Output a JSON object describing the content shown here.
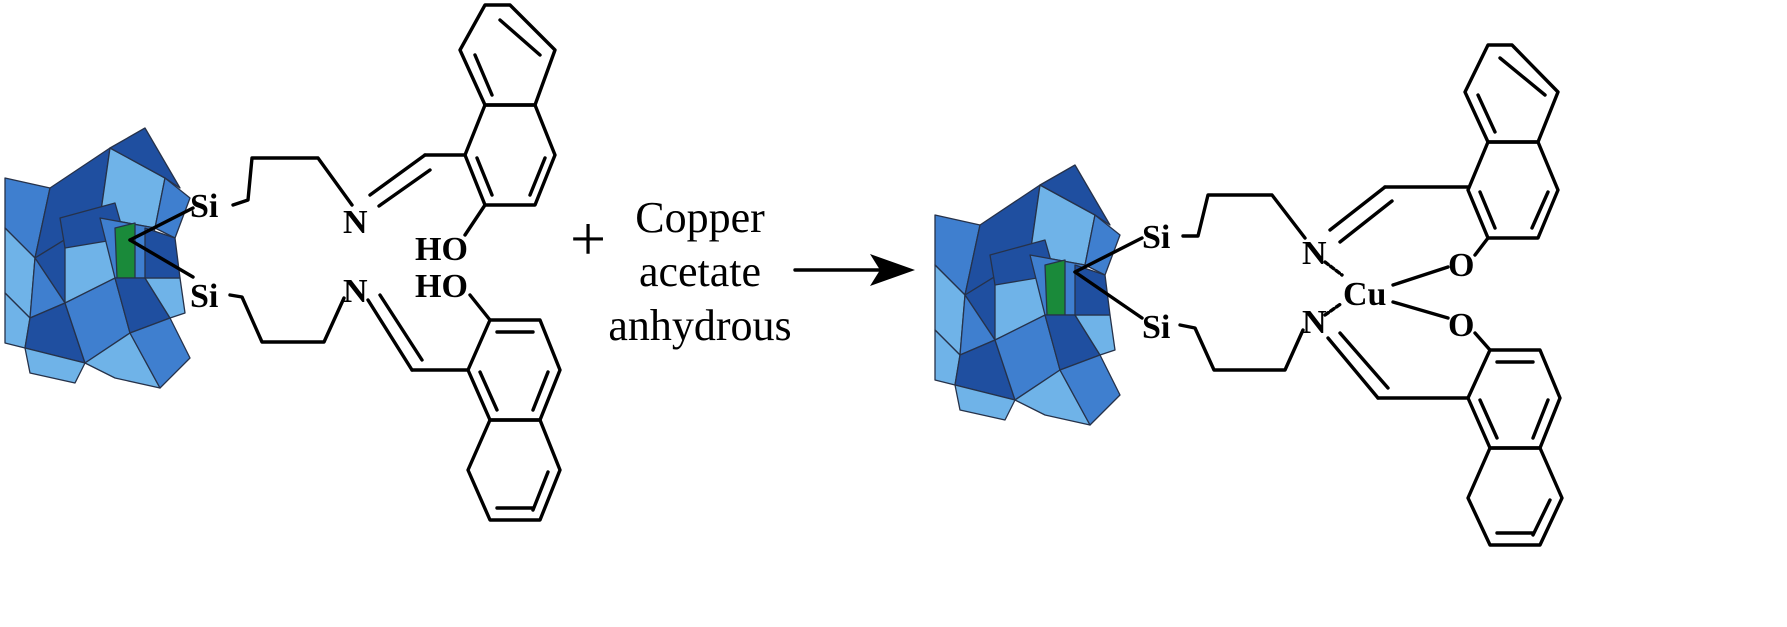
{
  "atoms": {
    "si": "Si",
    "n": "N",
    "ho": "HO",
    "o": "O",
    "cu": "Cu"
  },
  "reagent": {
    "plus": "+",
    "line1": "Copper",
    "line2": "acetate",
    "line3": "anhydrous"
  },
  "colors": {
    "polyhedron_dark": "#1f4fa0",
    "polyhedron_mid": "#3f7fcf",
    "polyhedron_light": "#6fb3e8",
    "heteroatom_center": "#1a8a3a",
    "bond": "#000000"
  },
  "icons": {
    "cluster": "polyoxometalate-cluster-icon",
    "arrow": "reaction-arrow-icon"
  }
}
